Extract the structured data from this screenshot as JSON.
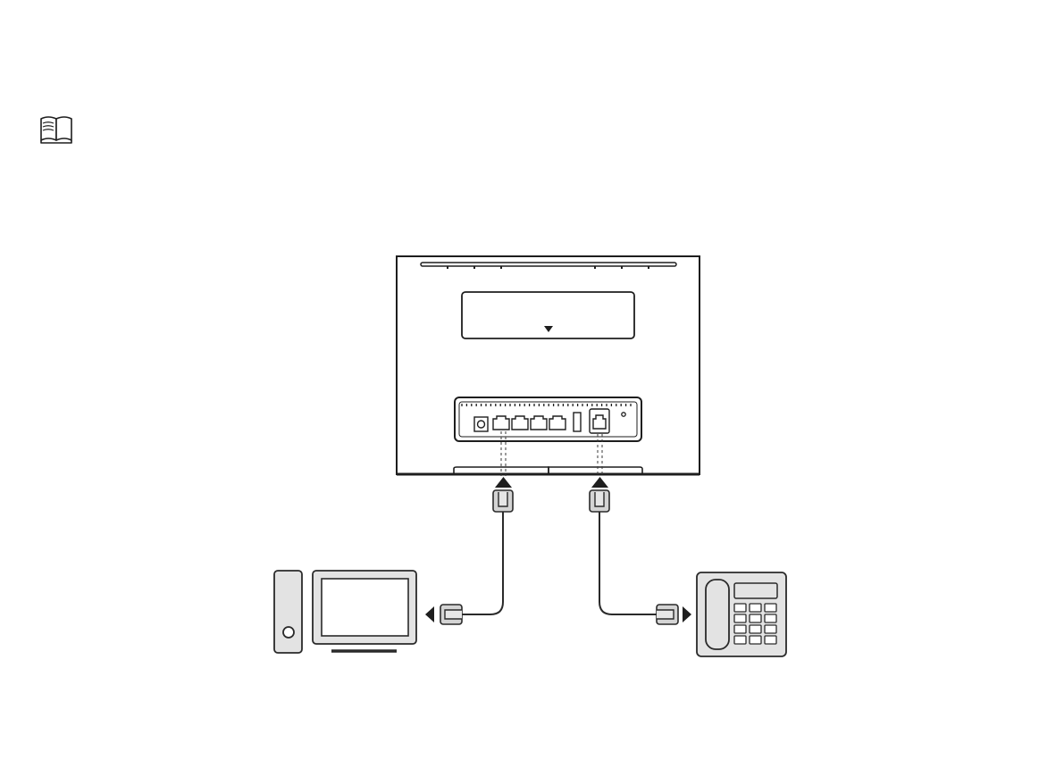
{
  "icons": {
    "manual": "open-book-icon",
    "router": "router-back-panel",
    "computer": "desktop-computer-icon",
    "telephone": "landline-telephone-icon",
    "plug": "cable-plug-icon",
    "arrow": "arrow-icon"
  },
  "colors": {
    "outline": "#1e1e1e",
    "plug_fill": "#d4d4d4",
    "device_fill": "#e3e3e3",
    "cable": "#2a2a2a",
    "background": "#ffffff"
  },
  "diagram": {
    "router_ports": [
      "power",
      "lan-1",
      "lan-2",
      "lan-3",
      "lan-4",
      "usb",
      "tel",
      "reset"
    ],
    "connections": [
      {
        "from": "lan-1",
        "to": "computer"
      },
      {
        "from": "tel",
        "to": "telephone"
      }
    ]
  }
}
